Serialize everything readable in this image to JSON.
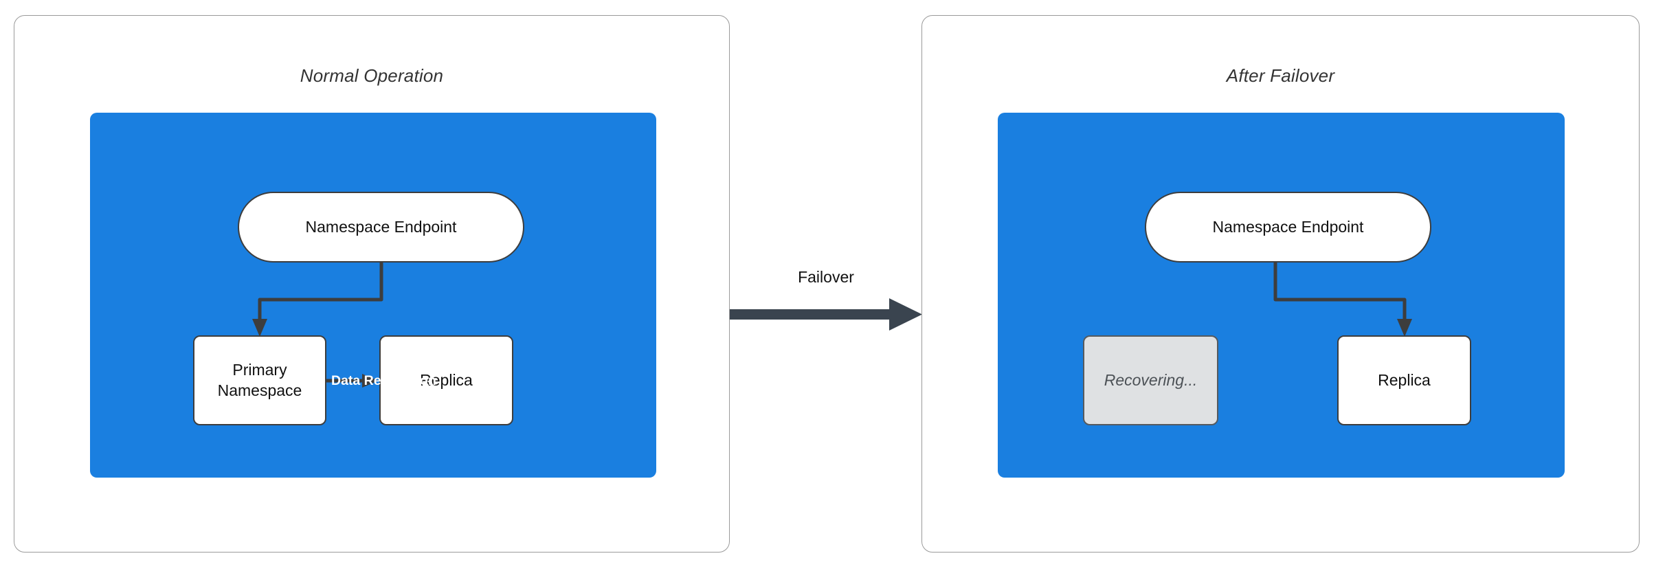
{
  "diagram": {
    "title_left": "Normal Operation",
    "title_right": "After Failover",
    "transition": {
      "label": "Failover",
      "arrow_icon": "right-arrow-icon"
    },
    "colors": {
      "zone_blue": "#1a7fe0",
      "node_border": "#3d3d3d",
      "node_fill": "#ffffff",
      "dimmed_fill": "#dfe1e3",
      "dimmed_text": "#4c5156",
      "panel_border": "#9a9a9a",
      "replication_label": "#ffffff",
      "failover_arrow": "#3a444f"
    },
    "panels": [
      {
        "id": "normal-operation",
        "title": "Normal Operation",
        "nodes": [
          {
            "id": "namespace-endpoint",
            "label": "Namespace Endpoint",
            "shape": "pill",
            "state": "active"
          },
          {
            "id": "primary-namespace",
            "label": "Primary\nNamespace",
            "label_line1": "Primary",
            "label_line2": "Namespace",
            "shape": "box",
            "state": "active"
          },
          {
            "id": "replica",
            "label": "Replica",
            "shape": "box",
            "state": "active"
          }
        ],
        "edges": [
          {
            "from": "namespace-endpoint",
            "to": "primary-namespace",
            "label": ""
          },
          {
            "from": "primary-namespace",
            "to": "replica",
            "label": "Data Replication"
          }
        ]
      },
      {
        "id": "after-failover",
        "title": "After Failover",
        "nodes": [
          {
            "id": "namespace-endpoint",
            "label": "Namespace Endpoint",
            "shape": "pill",
            "state": "active"
          },
          {
            "id": "recovering",
            "label": "Recovering...",
            "shape": "box",
            "state": "dimmed"
          },
          {
            "id": "replica",
            "label": "Replica",
            "shape": "box",
            "state": "active"
          }
        ],
        "edges": [
          {
            "from": "namespace-endpoint",
            "to": "replica",
            "label": ""
          }
        ]
      }
    ]
  }
}
